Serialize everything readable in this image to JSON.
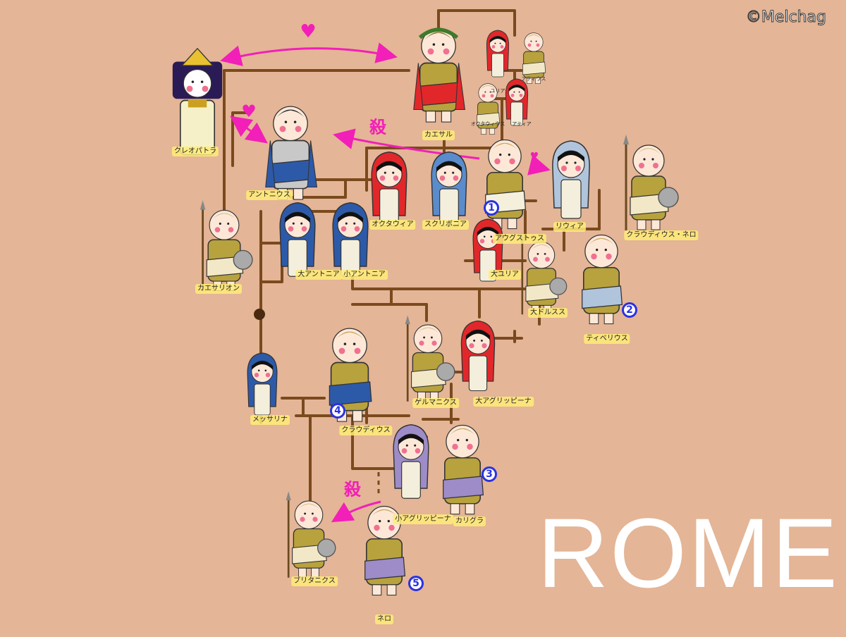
{
  "credit": "©Melchag",
  "title": "ROME",
  "kill_mark": "殺",
  "heart_mark": "♥",
  "colors": {
    "background": "#e4b596",
    "line": "#7a4a1e",
    "arrow": "#f21fb8",
    "badge": "#2a32e0",
    "label_bg": "#ffec78"
  },
  "people": [
    {
      "id": "cleopatra",
      "name": "クレオパトラ",
      "type": "queen",
      "cloth": "#f6f0c8"
    },
    {
      "id": "caesar",
      "name": "カエサル",
      "type": "emperor",
      "cloth": "#e2272b"
    },
    {
      "id": "julia1",
      "name": "ユリア",
      "type": "woman",
      "cloth": "#e2272b",
      "small": true
    },
    {
      "id": "atius",
      "name": "アティウス",
      "type": "man",
      "cloth": "#f2e8c8",
      "small": true
    },
    {
      "id": "octavius",
      "name": "オクタウィウス",
      "type": "man",
      "cloth": "#f2e8c8",
      "small": true
    },
    {
      "id": "atia",
      "name": "アティア",
      "type": "woman",
      "cloth": "#e2272b",
      "small": true
    },
    {
      "id": "antonius",
      "name": "アントニウス",
      "type": "general",
      "cloth": "#2d5aa8"
    },
    {
      "id": "octavia",
      "name": "オクタウィア",
      "type": "woman",
      "cloth": "#e2272b"
    },
    {
      "id": "scribonia",
      "name": "スクリボニア",
      "type": "woman",
      "cloth": "#5a8ccc"
    },
    {
      "id": "augustus",
      "name": "アウグストゥス",
      "type": "man",
      "cloth": "#f4f0dc",
      "emperor_no": "1"
    },
    {
      "id": "livia",
      "name": "リウィア",
      "type": "woman",
      "cloth": "#b0c4dc"
    },
    {
      "id": "claudius_nero",
      "name": "クラウディウス・ネロ",
      "type": "soldier",
      "cloth": "#f2e8c8"
    },
    {
      "id": "caesarion",
      "name": "カエサリオン",
      "type": "soldier",
      "cloth": "#f2e8c8"
    },
    {
      "id": "antonia_maior",
      "name": "大アントニア",
      "type": "woman",
      "cloth": "#2d5aa8"
    },
    {
      "id": "antonia_minor",
      "name": "小アントニア",
      "type": "woman",
      "cloth": "#2d5aa8"
    },
    {
      "id": "julia_maior",
      "name": "大ユリア",
      "type": "woman",
      "cloth": "#e2272b"
    },
    {
      "id": "drusus",
      "name": "大ドルスス",
      "type": "soldier",
      "cloth": "#f2e8c8"
    },
    {
      "id": "tiberius",
      "name": "ティベリウス",
      "type": "man",
      "cloth": "#b0c4dc",
      "emperor_no": "2"
    },
    {
      "id": "messalina",
      "name": "メッサリナ",
      "type": "woman",
      "cloth": "#2d5aa8"
    },
    {
      "id": "claudius",
      "name": "クラウディウス",
      "type": "man",
      "cloth": "#2d5aa8",
      "emperor_no": "4"
    },
    {
      "id": "germanicus",
      "name": "ゲルマニクス",
      "type": "soldier",
      "cloth": "#f2e8c8"
    },
    {
      "id": "agrippina_maior",
      "name": "大アグリッピーナ",
      "type": "woman",
      "cloth": "#e2272b"
    },
    {
      "id": "agrippina_minor",
      "name": "小アグリッピーナ",
      "type": "woman",
      "cloth": "#9d8cc8"
    },
    {
      "id": "caligula",
      "name": "カリグラ",
      "type": "man",
      "cloth": "#9d8cc8",
      "emperor_no": "3"
    },
    {
      "id": "britannicus",
      "name": "ブリタニクス",
      "type": "soldier",
      "cloth": "#f2e8c8"
    },
    {
      "id": "nero",
      "name": "ネロ",
      "type": "man",
      "cloth": "#9d8cc8",
      "emperor_no": "5"
    }
  ]
}
